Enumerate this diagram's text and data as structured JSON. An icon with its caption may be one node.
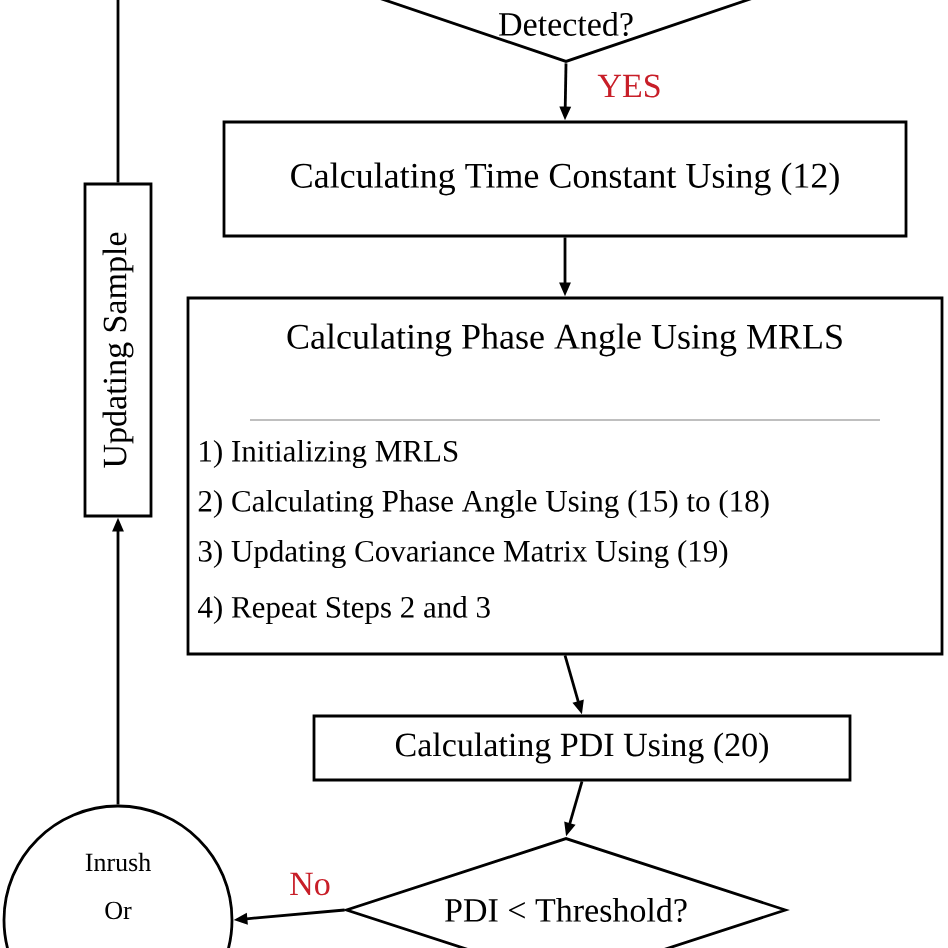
{
  "diagram": {
    "nodes": [
      {
        "text": [
          "Detected?"
        ]
      },
      {
        "text": [
          "Calculating Time Constant Using (12)"
        ]
      },
      {
        "text": [
          "Calculating Phase Angle Using MRLS",
          "1) Initializing MRLS",
          "2) Calculating Phase Angle Using (15) to (18)",
          "3) Updating Covariance Matrix Using (19)",
          "4) Repeat Steps 2 and 3"
        ]
      },
      {
        "text": [
          "Calculating PDI Using (20)"
        ]
      },
      {
        "text": [
          "PDI < Threshold?"
        ]
      },
      {
        "text": [
          "Inrush Or"
        ]
      },
      {
        "text": [
          "Updating Sample"
        ]
      }
    ],
    "edges": [
      {
        "from": 0,
        "to": 1,
        "arrow": "to",
        "label": "YES"
      },
      {
        "from": 1,
        "to": 2,
        "arrow": "to"
      },
      {
        "from": 2,
        "to": 3,
        "arrow": "to"
      },
      {
        "from": 3,
        "to": 4,
        "arrow": "to"
      },
      {
        "from": 4,
        "to": 5,
        "arrow": "to",
        "label": "No"
      },
      {
        "from": 5,
        "to": 6,
        "arrow": "to"
      },
      {
        "from": 6,
        "to": null,
        "arrow": "none"
      }
    ]
  }
}
